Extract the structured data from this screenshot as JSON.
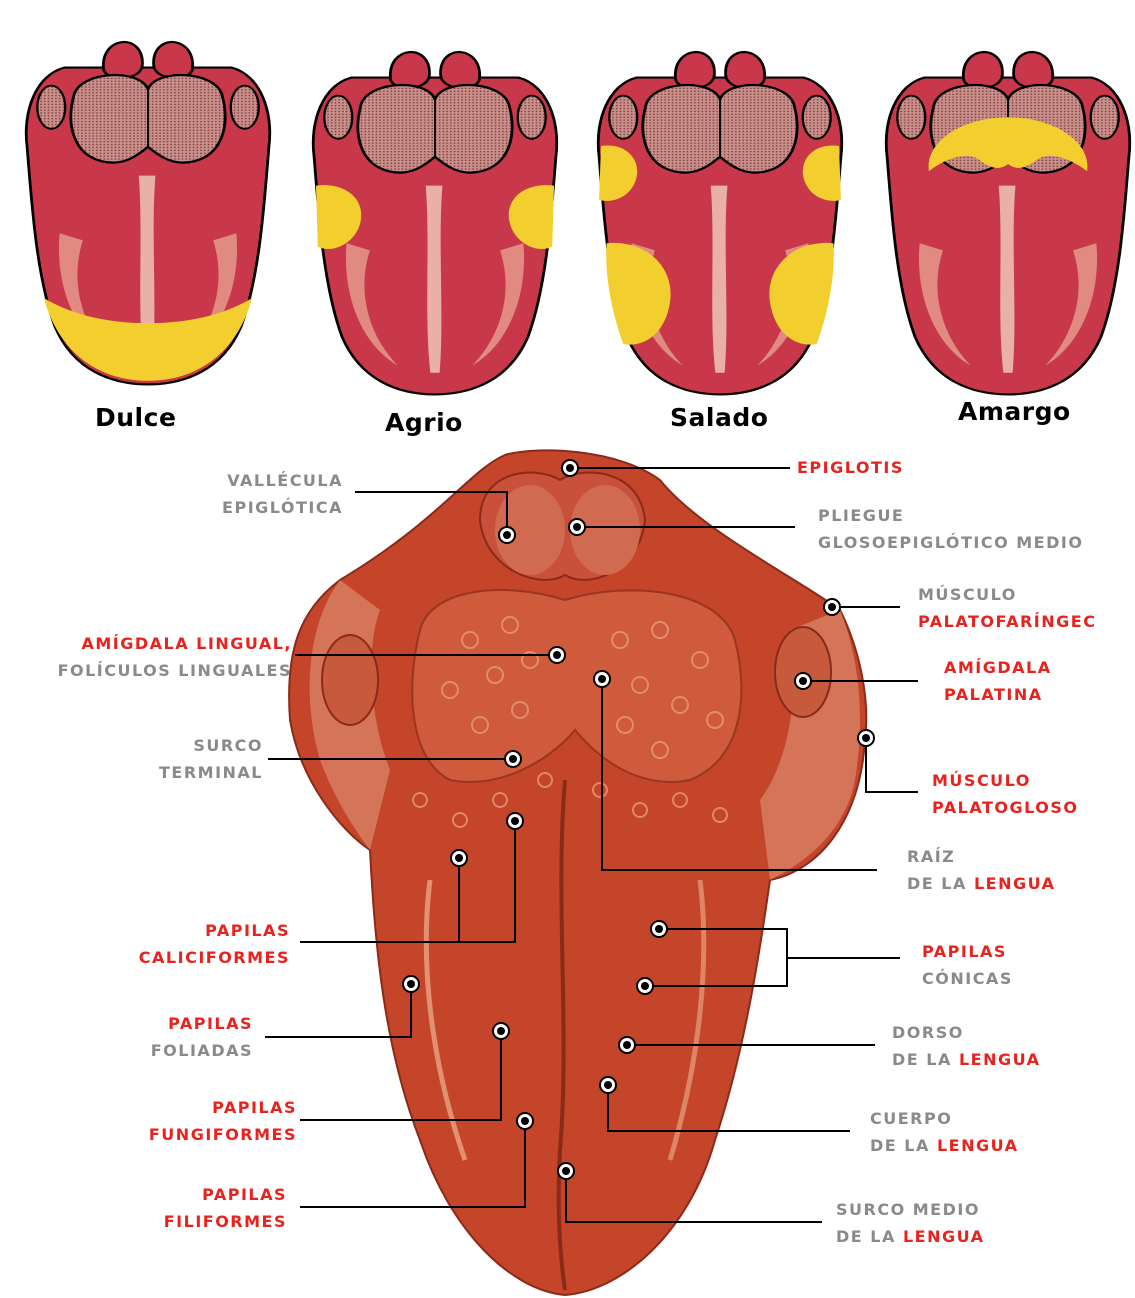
{
  "colors": {
    "tongue_red": "#c8384a",
    "tongue_light": "#e5998c",
    "taste_zone_yellow": "#f2cf2e",
    "anatomy_orange": "#c4452a",
    "label_red": "#e8231e",
    "label_gray": "#8a8a8a"
  },
  "taste_map": {
    "diagrams": [
      {
        "label": "Dulce"
      },
      {
        "label": "Agrio"
      },
      {
        "label": "Salado"
      },
      {
        "label": "Amargo"
      }
    ]
  },
  "anatomy": {
    "labels": {
      "epiglotis": "EPIGLOTIS",
      "vallecula_1": "VALLÉCULA",
      "vallecula_2": "EPIGLÓTICA",
      "pliegue_1": "PLIEGUE",
      "pliegue_2": "GLOSOEPIGLÓTICO MEDIO",
      "musculo_palatofaringeo_1": "MÚSCULO",
      "musculo_palatofaringeo_2": "PALATOFARÍNGEC",
      "amigdala_lingual_1": "AMÍGDALA LINGUAL,",
      "amigdala_lingual_2": "FOLÍCULOS LINGUALES",
      "amigdala_palatina_1": "AMÍGDALA",
      "amigdala_palatina_2": "PALATINA",
      "surco_terminal_1": "SURCO",
      "surco_terminal_2": "TERMINAL",
      "musculo_palatogloso_1": "MÚSCULO",
      "musculo_palatogloso_2": "PALATOGLOSO",
      "raiz_1": "RAÍZ",
      "raiz_2a": "DE LA ",
      "raiz_2b": "LENGUA",
      "caliciformes_1": "PAPILAS",
      "caliciformes_2": "CALICIFORMES",
      "conicas_1": "PAPILAS",
      "conicas_2": "CÓNICAS",
      "foliadas_1": "PAPILAS",
      "foliadas_2": "FOLIADAS",
      "dorso_1": "DORSO",
      "dorso_2a": "DE LA ",
      "dorso_2b": "LENGUA",
      "fungiformes_1": "PAPILAS",
      "fungiformes_2": "FUNGIFORMES",
      "cuerpo_1": "CUERPO",
      "cuerpo_2a": "DE LA ",
      "cuerpo_2b": "LENGUA",
      "filiformes_1": "PAPILAS",
      "filiformes_2": "FILIFORMES",
      "surco_medio_1": "SURCO MEDIO",
      "surco_medio_2a": "DE LA ",
      "surco_medio_2b": "LENGUA"
    }
  }
}
